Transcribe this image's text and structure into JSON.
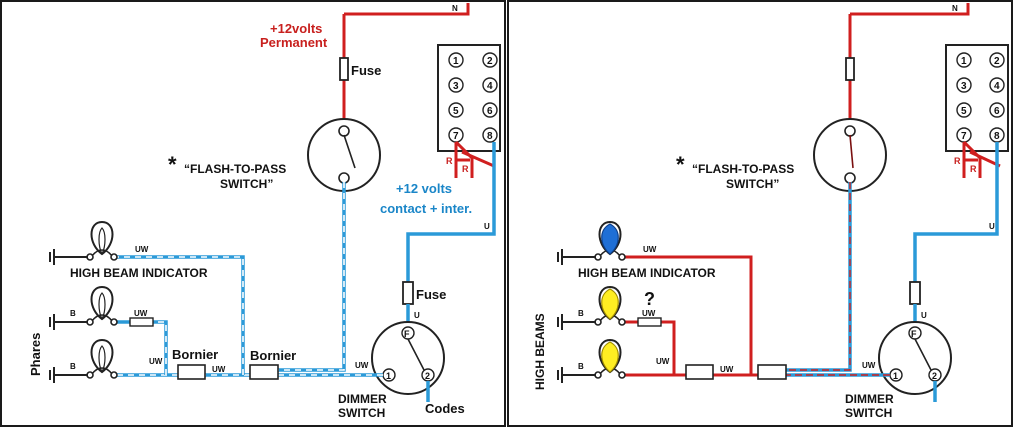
{
  "left": {
    "supply_label_line1": "+12volts",
    "supply_label_line2": "Permanent",
    "fuse_top": "Fuse",
    "flash_switch_line1": "“FLASH-TO-PASS",
    "flash_switch_line2": "SWITCH”",
    "contact_line1": "+12 volts",
    "contact_line2": "contact + inter.",
    "high_beam_indicator": "HIGH BEAM INDICATOR",
    "fuse_dimmer": "Fuse",
    "bornier_1": "Bornier",
    "bornier_2": "Bornier",
    "phares": "Phares",
    "dimmer_line1": "DIMMER",
    "dimmer_line2": "SWITCH",
    "codes": "Codes"
  },
  "right": {
    "flash_switch_line1": "“FLASH-TO-PASS",
    "flash_switch_line2": "SWITCH”",
    "high_beam_indicator": "HIGH BEAM INDICATOR",
    "high_beams": "HIGH BEAMS",
    "question": "?",
    "dimmer_line1": "DIMMER",
    "dimmer_line2": "SWITCH"
  },
  "common": {
    "asterisk": "*",
    "wire_n": "N",
    "wire_u": "U",
    "wire_uw": "UW",
    "wire_b": "B",
    "wire_r": "R",
    "terminal_numbers": [
      "1",
      "2",
      "3",
      "4",
      "5",
      "6",
      "7",
      "8"
    ],
    "dimmer_f": "F",
    "dimmer_1": "1",
    "dimmer_2": "2"
  },
  "colors": {
    "permanent_wire": "#d01f1f",
    "switched_wire": "#2b9ad8",
    "indicator_bulb": "#1f6fd6",
    "headlamp_bulb": "#ffee22"
  }
}
